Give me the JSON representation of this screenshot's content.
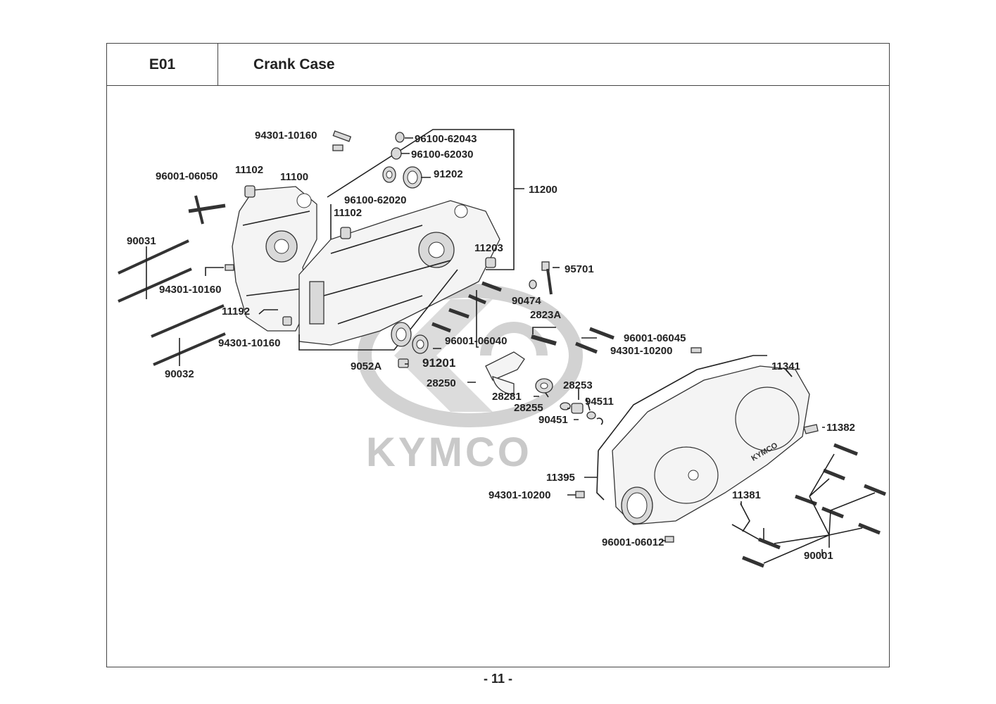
{
  "header": {
    "code": "E01",
    "title": "Crank Case"
  },
  "footer": {
    "page_number": "- 11 -"
  },
  "watermark": {
    "brand": "KYMCO",
    "cover_brand": "KYMCO"
  },
  "labels": {
    "p94301_10160_top": "94301-10160",
    "p96100_62043": "96100-62043",
    "p96100_62030": "96100-62030",
    "p96001_06050": "96001-06050",
    "p11102_a": "11102",
    "p11100": "11100",
    "p91202": "91202",
    "p96100_62020": "96100-62020",
    "p11200": "11200",
    "p11102_b": "11102",
    "p90031": "90031",
    "p11203": "11203",
    "p95701": "95701",
    "p94301_10160_mid": "94301-10160",
    "p90474": "90474",
    "p11192": "11192",
    "p2823A": "2823A",
    "p94301_10160_low": "94301-10160",
    "p96001_06040": "96001-06040",
    "p96001_06045": "96001-06045",
    "p94301_10200_a": "94301-10200",
    "p91201": "91201",
    "p9052A": "9052A",
    "p90032": "90032",
    "p11341": "11341",
    "p28250": "28250",
    "p28253": "28253",
    "p28281": "28281",
    "p94511": "94511",
    "p28255": "28255",
    "p90451": "90451",
    "p11382": "11382",
    "p11395": "11395",
    "p94301_10200_b": "94301-10200",
    "p11381": "11381",
    "p96001_06012": "96001-06012",
    "p90001": "90001"
  }
}
